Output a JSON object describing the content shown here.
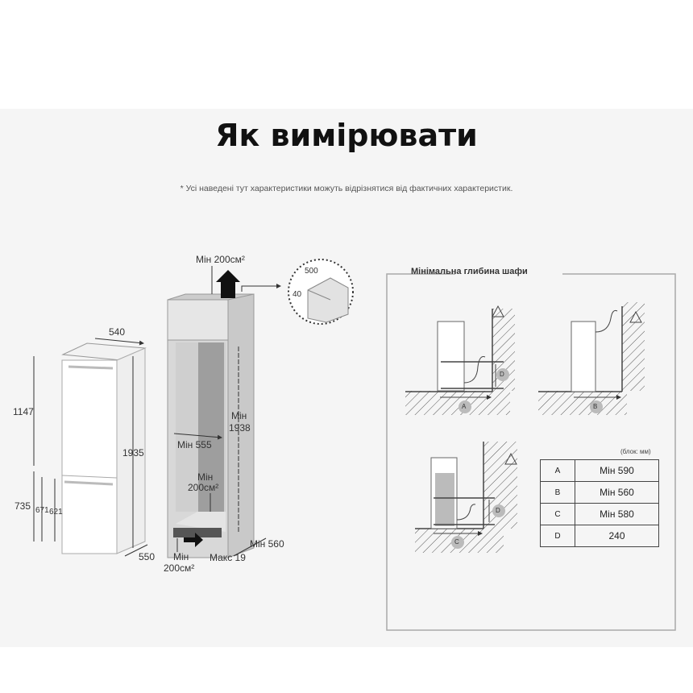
{
  "header": {
    "title": "Як вимірювати",
    "note": "* Усі наведені тут характеристики можуть відрізнятися від фактичних характеристик."
  },
  "fridge": {
    "width": "540",
    "height_top": "1147",
    "height_total": "1935",
    "height_bottom": "735",
    "h671": "671",
    "h621": "621",
    "depth": "550"
  },
  "cabinet": {
    "vent_top": "Мін 200см²",
    "height_label": "Мін",
    "height_value": "1938",
    "width": "Мін 555",
    "vent_mid_label": "Мін",
    "vent_mid_value": "200см²",
    "depth": "Мін 560",
    "gap": "Макс 19",
    "vent_bottom_label": "Мін",
    "vent_bottom_value": "200см²",
    "detail_500": "500",
    "detail_40": "40"
  },
  "depth_panel": {
    "title": "Мінімальна глибина шафи",
    "unit": "(блок: мм)",
    "markers": {
      "a": "A",
      "b": "B",
      "c": "C",
      "d": "D"
    },
    "rows": [
      {
        "key": "A",
        "value": "Мін 590"
      },
      {
        "key": "B",
        "value": "Мін 560"
      },
      {
        "key": "C",
        "value": "Мін 580"
      },
      {
        "key": "D",
        "value": "240"
      }
    ]
  }
}
